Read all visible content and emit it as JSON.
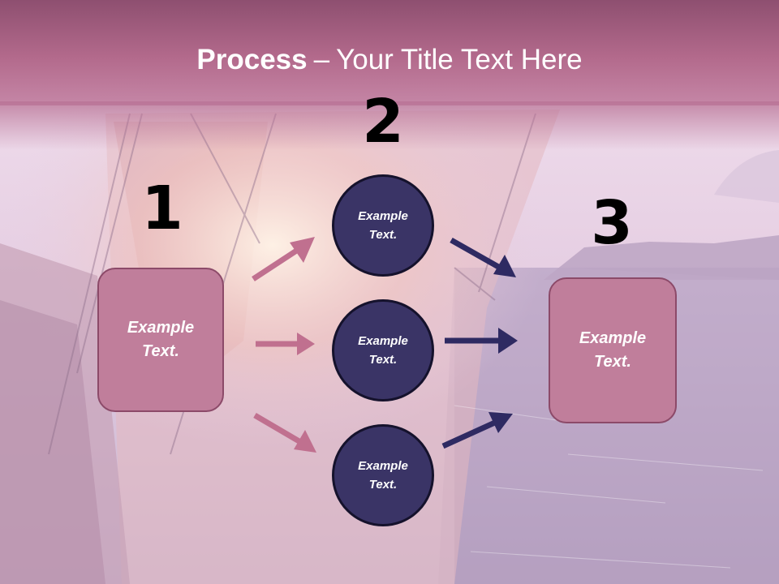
{
  "title": {
    "bold": "Process",
    "separator": "–",
    "rest": "Your Title Text Here"
  },
  "steps": {
    "one": "1",
    "two": "2",
    "three": "3"
  },
  "left_box": {
    "line1": "Example",
    "line2": "Text."
  },
  "circles": [
    {
      "line1": "Example",
      "line2": "Text."
    },
    {
      "line1": "Example",
      "line2": "Text."
    },
    {
      "line1": "Example",
      "line2": "Text."
    }
  ],
  "right_box": {
    "line1": "Example",
    "line2": "Text."
  },
  "colors": {
    "title_band": "#b36a8c",
    "box_fill": "#c07e9b",
    "circle_fill": "#3a3466",
    "arrow_pink": "#c0708f",
    "arrow_navy": "#2e2a62"
  }
}
